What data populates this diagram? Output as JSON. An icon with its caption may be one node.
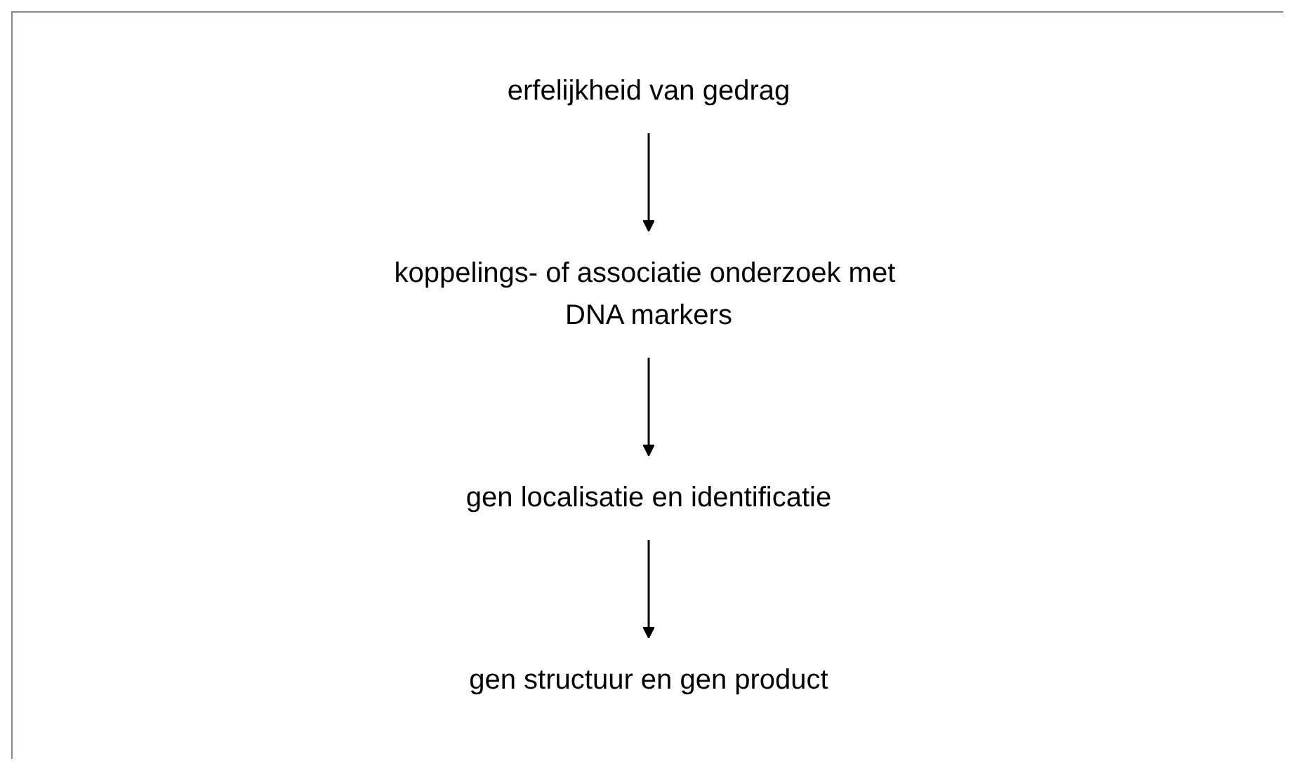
{
  "diagram": {
    "nodes": [
      {
        "text": [
          "erfelijkheid van gedrag"
        ]
      },
      {
        "text": [
          "koppelings- of associatie onderzoek met DNA markers"
        ]
      },
      {
        "text": [
          "gen localisatie en identificatie"
        ]
      },
      {
        "text": [
          "gen structuur en gen product"
        ]
      }
    ],
    "edges": [
      {
        "from": 0,
        "to": 1,
        "arrow": "to"
      },
      {
        "from": 1,
        "to": 2,
        "arrow": "to"
      },
      {
        "from": 2,
        "to": 3,
        "arrow": "to"
      }
    ]
  }
}
